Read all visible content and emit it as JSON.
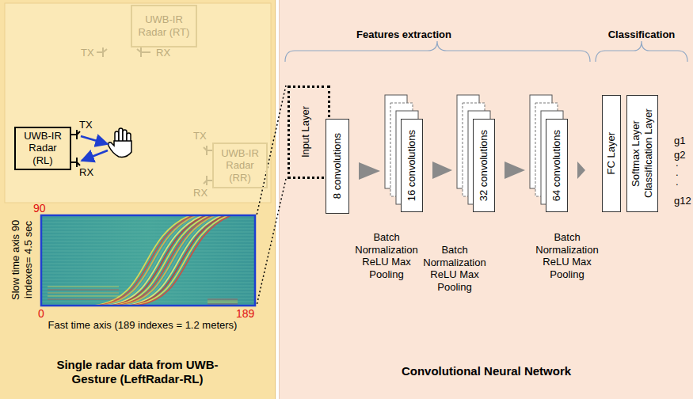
{
  "diagram": {
    "nodes": [
      {
        "text": [
          "Single radar data from UWB-Gesture (LeftRadar-RL)"
        ]
      },
      {
        "text": [
          "UWB-IR Radar (RT)"
        ],
        "in": 0
      },
      {
        "text": [
          "UWB-IR Radar (RL)"
        ],
        "in": 0
      },
      {
        "text": [
          "UWB-IR Radar (RR)"
        ],
        "in": 0
      },
      {
        "text": [
          "Convolutional Neural Network"
        ]
      },
      {
        "text": [
          "Input Layer"
        ],
        "in": 4
      },
      {
        "text": [
          "8 convolutions"
        ],
        "in": 4
      },
      {
        "text": [
          "16 convolutions"
        ],
        "in": 4
      },
      {
        "text": [
          "32 convolutions"
        ],
        "in": 4
      },
      {
        "text": [
          "64 convolutions"
        ],
        "in": 4
      },
      {
        "text": [
          "FC Layer"
        ],
        "in": 4
      },
      {
        "text": [
          "Softmax Layer Classification Layer"
        ],
        "in": 4
      }
    ],
    "edges": [
      {
        "from": 6,
        "to": 7,
        "arrow": "to"
      },
      {
        "from": 7,
        "to": 8,
        "arrow": "to"
      },
      {
        "from": 8,
        "to": 9,
        "arrow": "to"
      },
      {
        "from": 9,
        "to": 10,
        "arrow": "to"
      }
    ],
    "labels": [
      "TX",
      "RX",
      "TX",
      "RX",
      "TX",
      "RX",
      "90",
      "0",
      "189",
      "Slow time axis 90 indexes= 4.5 sec",
      "Fast time axis (189 indexes = 1.2 meters)",
      "Features extraction",
      "Classification",
      "Batch Normalization ReLU Max Pooling",
      "Batch Normalization ReLU Max Pooling",
      "Batch Normalization ReLU Max Pooling",
      "g1",
      "g2",
      ".",
      ".",
      ".",
      "g12"
    ]
  }
}
